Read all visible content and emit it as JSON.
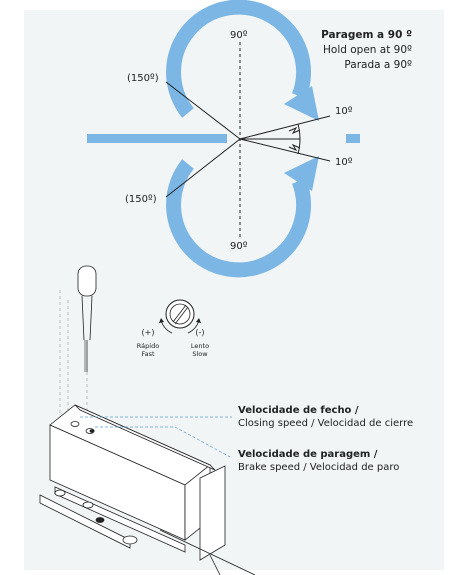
{
  "top_diagram": {
    "angle_top": "90º",
    "angle_bottom": "90º",
    "angle_150_top": "(150º)",
    "angle_150_bottom": "(150º)",
    "angle_10_top": "10º",
    "angle_10_bottom": "10º",
    "stop_title": "Paragem a 90 º",
    "stop_en": "Hold open at 90º",
    "stop_es": "Parada a 90º"
  },
  "speed_knob": {
    "plus": "(+)",
    "plus_pt": "Rápido",
    "plus_en": "Fast",
    "minus": "(-)",
    "minus_pt": "Lento",
    "minus_en": "Slow"
  },
  "callouts": {
    "closing_title": "Velocidade de fecho /",
    "closing_sub": "Closing speed / Velocidad de cierre",
    "brake_title": "Velocidade de paragem  /",
    "brake_sub": "Brake speed / Velocidad de paro"
  },
  "colors": {
    "arrow_blue": "#7bb6e4",
    "panel_bg": "#f1f5f6",
    "line": "#222222"
  }
}
